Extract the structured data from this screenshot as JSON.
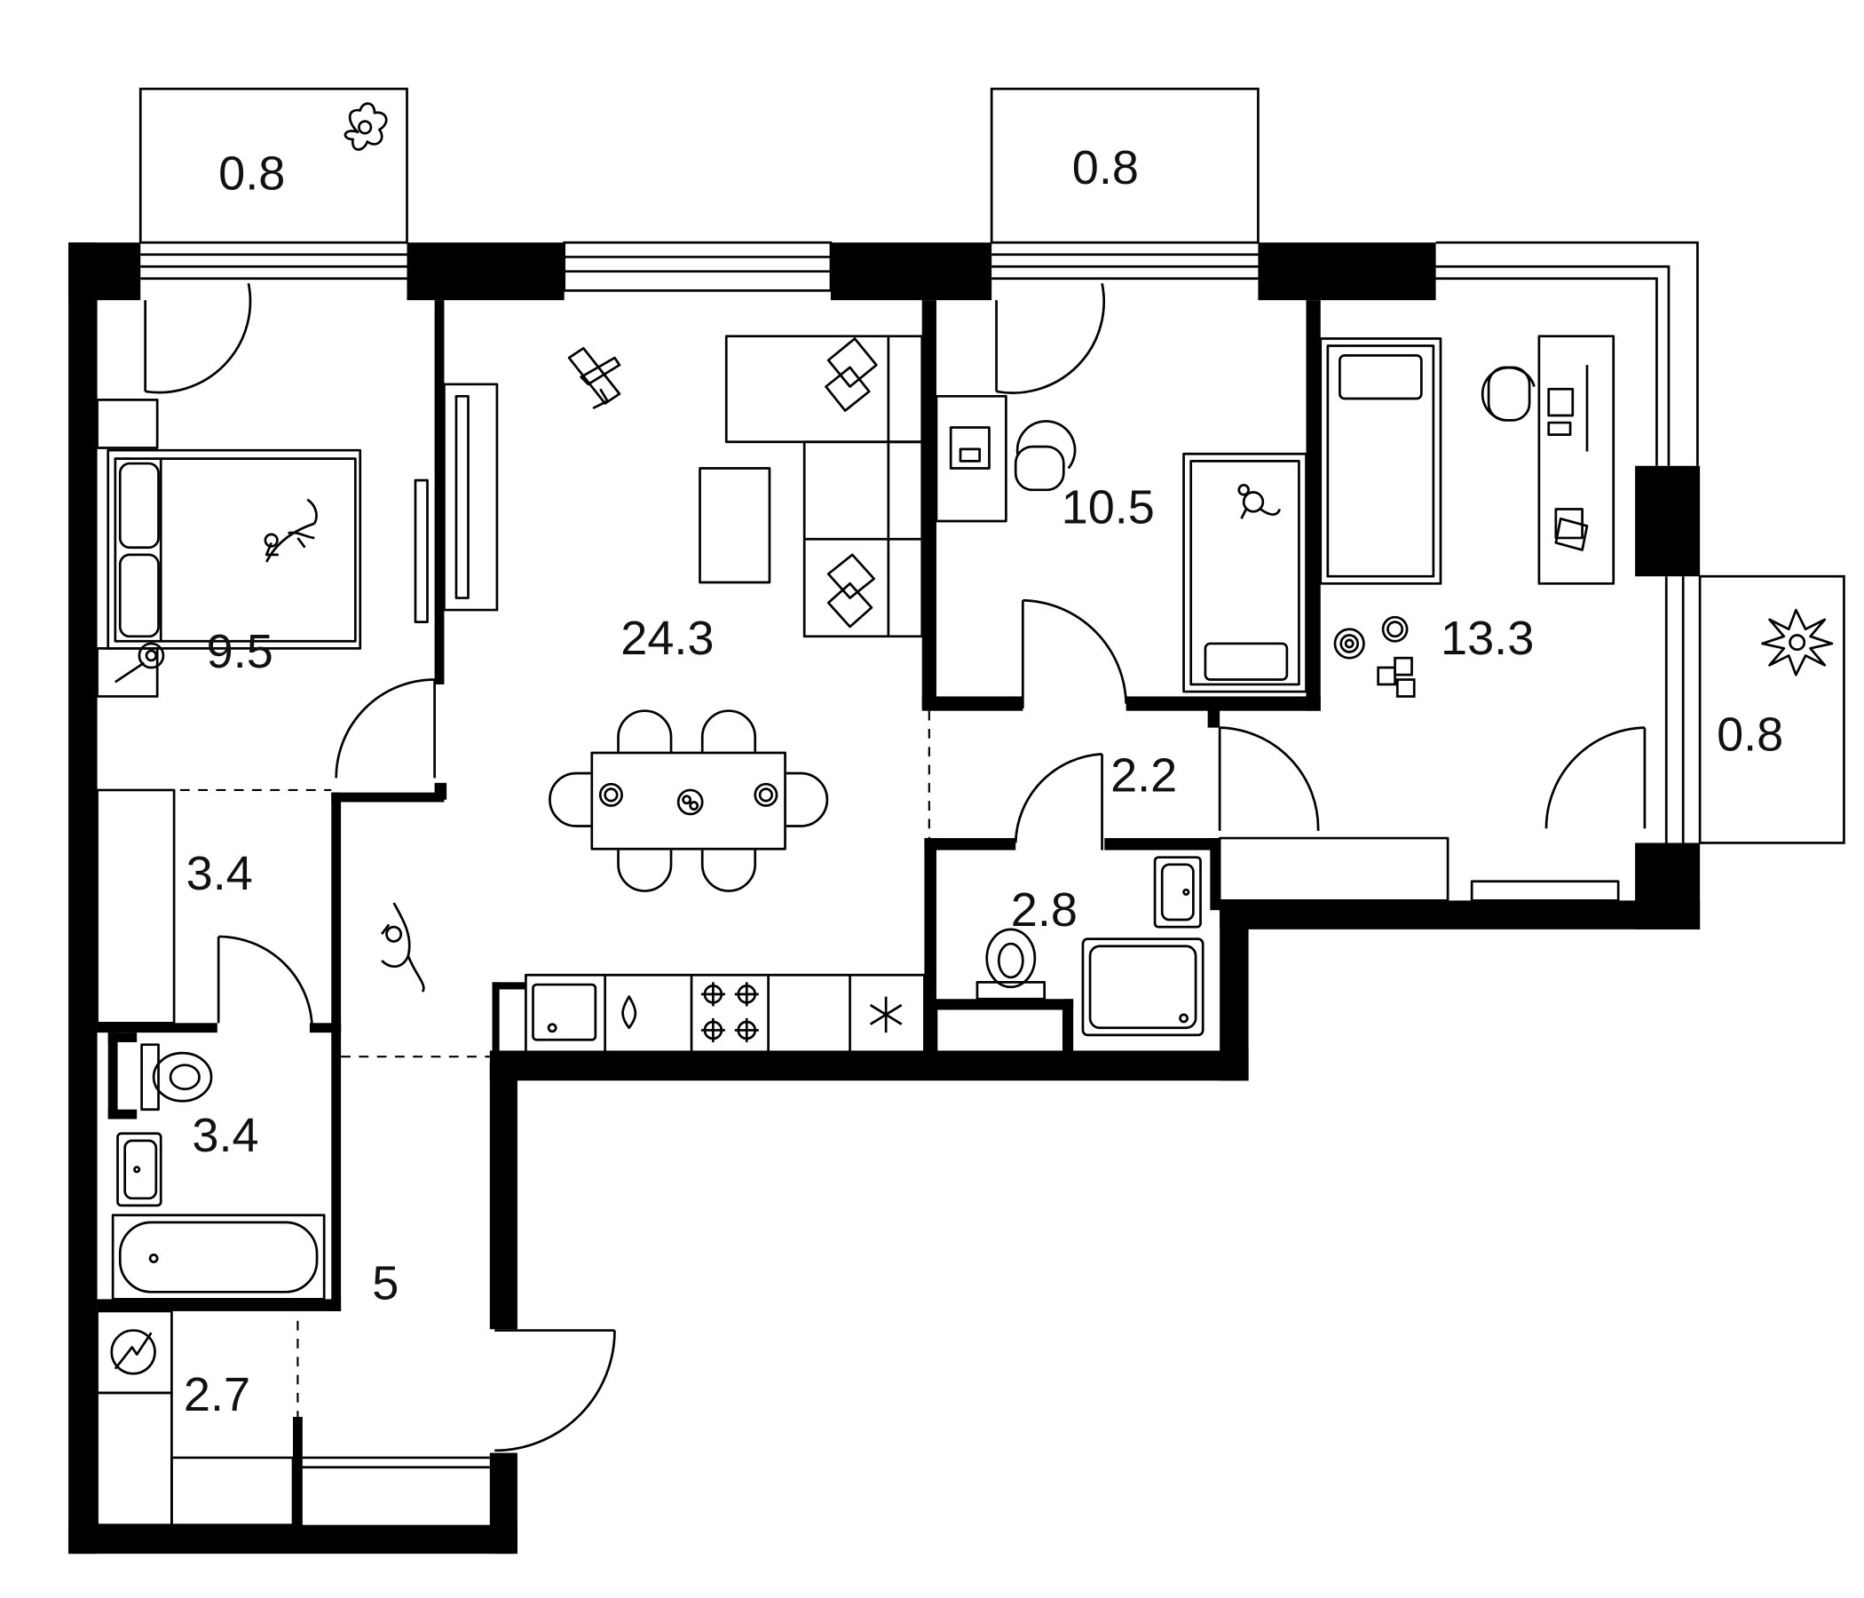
{
  "colors": {
    "wall": "#000000",
    "background": "#ffffff",
    "line": "#000000",
    "text": "#111111"
  },
  "rooms": {
    "balcony_left": "0.8",
    "balcony_mid": "0.8",
    "balcony_right": "0.8",
    "bedroom": "9.5",
    "living_kitchen": "24.3",
    "bedroom_middle": "10.5",
    "bedroom_corner": "13.3",
    "hall_small": "2.2",
    "bathroom_small": "2.8",
    "wardrobe": "3.4",
    "bathroom": "3.4",
    "hallway": "5",
    "storage": "2.7"
  },
  "icons": [
    "plant-icon",
    "cat-icon",
    "airplane-toy-icon",
    "teddy-bear-icon",
    "rings-toy-icon",
    "abc-blocks-icon",
    "snowflake-icon",
    "electric-panel-icon",
    "burner-icon",
    "faucet-icon"
  ]
}
